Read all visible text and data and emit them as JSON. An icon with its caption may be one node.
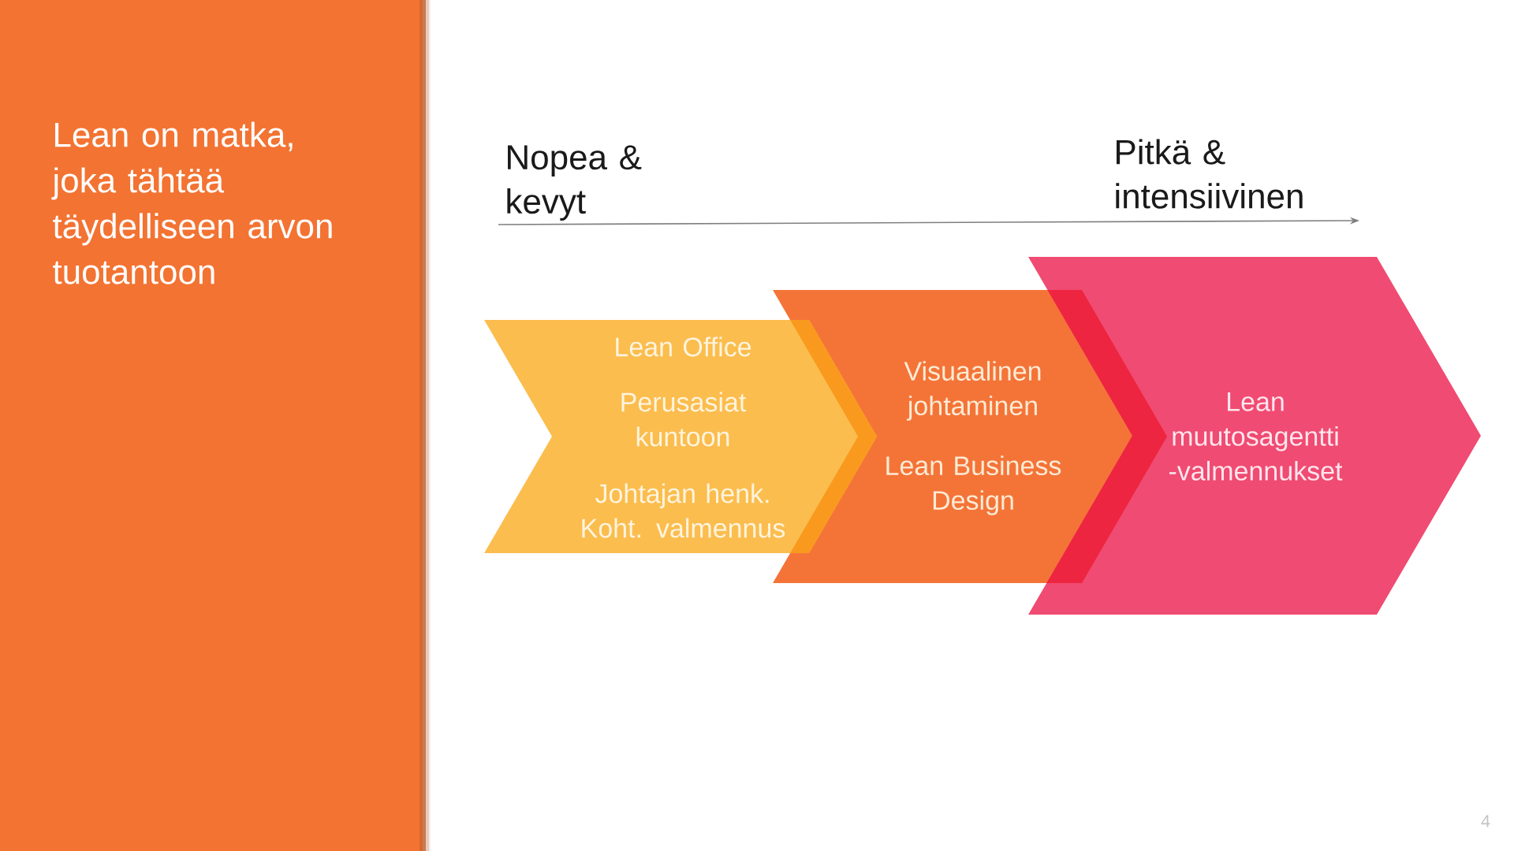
{
  "diagram": {
    "title": "Lean on matka, joka tähtää täydelliseen arvon tuotantoon",
    "nodes": [
      {
        "text": [
          "Lean Office",
          "Perusasiat kuntoon",
          "Johtajan henk. Koht. valmennus"
        ]
      },
      {
        "text": [
          "Visuaalinen johtaminen",
          "Lean Business Design"
        ]
      },
      {
        "text": [
          "Lean muutosagentti -valmennukset"
        ]
      }
    ],
    "labels": [
      "Nopea & kevyt",
      "Pitkä & intensiivinen",
      "4"
    ]
  }
}
